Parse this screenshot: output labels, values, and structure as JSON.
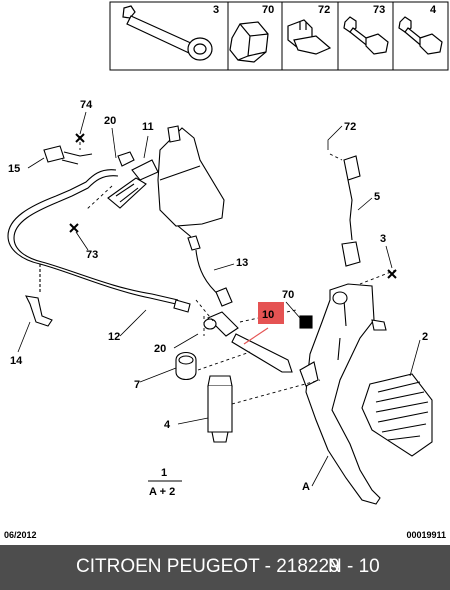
{
  "header_parts": [
    {
      "ref": "3",
      "name": "bolt"
    },
    {
      "ref": "70",
      "name": "nut"
    },
    {
      "ref": "72",
      "name": "clip"
    },
    {
      "ref": "73",
      "name": "screw"
    },
    {
      "ref": "4",
      "name": "screw"
    }
  ],
  "callouts": {
    "c74": "74",
    "c20a": "20",
    "c11": "11",
    "c15": "15",
    "c72": "72",
    "c5": "5",
    "c73": "73",
    "c13": "13",
    "c3": "3",
    "c70": "70",
    "c10": "10",
    "c2": "2",
    "c14": "14",
    "c12": "12",
    "c20b": "20",
    "c7": "7",
    "c4": "4",
    "cA": "A"
  },
  "legend": {
    "top": "1",
    "bottom": "A + 2"
  },
  "footer_meta": {
    "date": "06/2012",
    "ref_code": "00019911"
  },
  "footer_bar": {
    "brand": "CITROEN PEUGEOT - 218229",
    "page": "N - 10"
  },
  "colors": {
    "highlight": "#e55353",
    "footer_bg": "#4d4d4d"
  }
}
